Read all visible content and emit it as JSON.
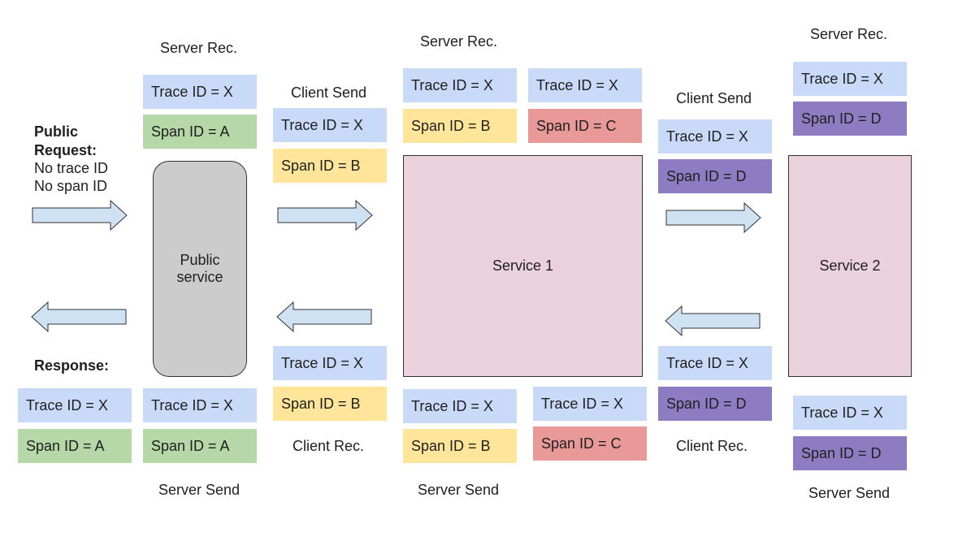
{
  "labels": {
    "server_rec": "Server Rec.",
    "server_send": "Server Send",
    "client_send": "Client Send",
    "client_rec": "Client Rec."
  },
  "public_request": {
    "title_line1": "Public",
    "title_line2": "Request:",
    "line3": "No trace ID",
    "line4": "No span ID"
  },
  "response": {
    "title": "Response:"
  },
  "services": {
    "public": {
      "line1": "Public",
      "line2": "service"
    },
    "service1": "Service 1",
    "service2": "Service 2"
  },
  "ids": {
    "trace_x": "Trace ID = X",
    "span_a": "Span ID = A",
    "span_b": "Span ID = B",
    "span_c": "Span ID = C",
    "span_d": "Span ID = D"
  },
  "colors": {
    "trace": "#c9daf8",
    "span_a": "#b6d7a8",
    "span_b": "#ffe599",
    "span_c": "#ea9999",
    "span_d": "#8e7cc3",
    "public_service": "#cccccc",
    "service_box": "#ead1dc",
    "arrow": "#cfe2f3"
  }
}
